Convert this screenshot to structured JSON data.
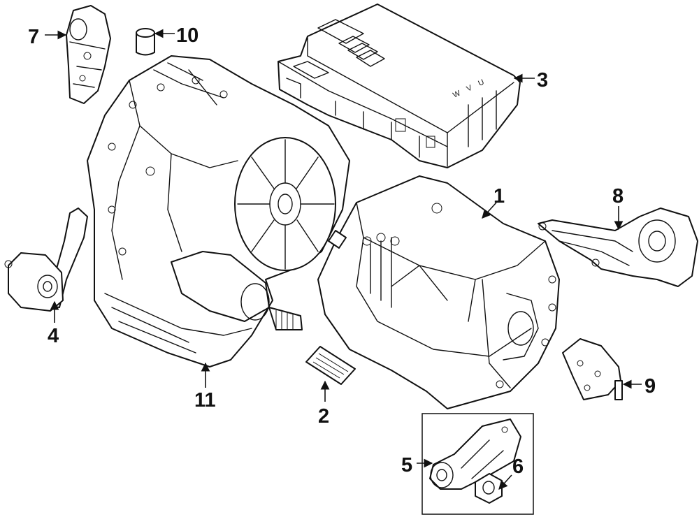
{
  "callouts": [
    {
      "id": "1",
      "label": "1"
    },
    {
      "id": "2",
      "label": "2"
    },
    {
      "id": "3",
      "label": "3"
    },
    {
      "id": "4",
      "label": "4"
    },
    {
      "id": "5",
      "label": "5"
    },
    {
      "id": "6",
      "label": "6"
    },
    {
      "id": "7",
      "label": "7"
    },
    {
      "id": "8",
      "label": "8"
    },
    {
      "id": "9",
      "label": "9"
    },
    {
      "id": "10",
      "label": "10"
    },
    {
      "id": "11",
      "label": "11"
    }
  ],
  "inverter_markings": "W V U"
}
